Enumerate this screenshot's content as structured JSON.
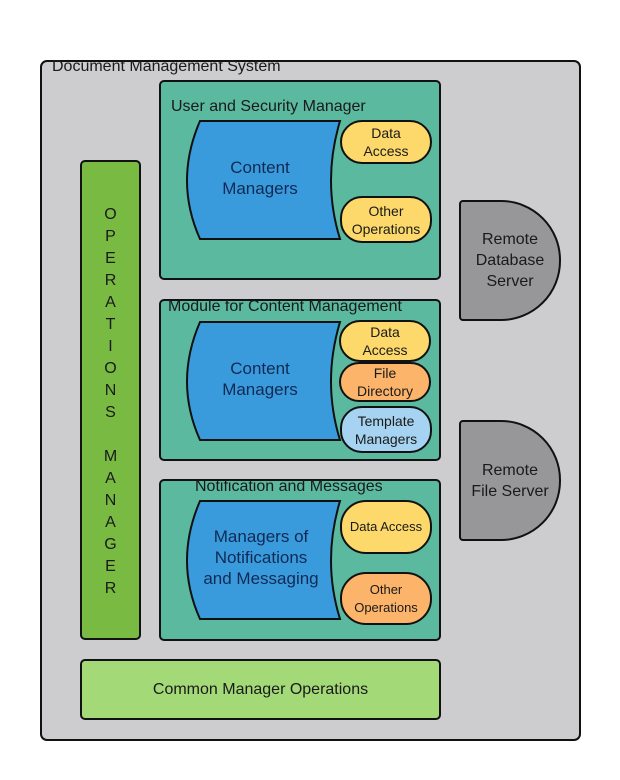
{
  "diagram": {
    "title": "Document Management System",
    "operations_manager": {
      "label": "OPERATIONS MANAGER",
      "letters": [
        "O",
        "P",
        "E",
        "R",
        "A",
        "T",
        "I",
        "O",
        "N",
        "S",
        "",
        "M",
        "A",
        "N",
        "A",
        "G",
        "E",
        "R"
      ]
    },
    "common_operations": "Common Manager Operations",
    "modules": [
      {
        "title": "User and Security Manager",
        "cylinder_lines": [
          "Content",
          "Managers"
        ],
        "components": [
          {
            "lines": [
              "Data",
              "Access"
            ],
            "color": "#fdd86a"
          },
          {
            "lines": [
              "Other",
              "Operations"
            ],
            "color": "#fdd86a"
          }
        ]
      },
      {
        "title": "Module for Content Management",
        "cylinder_lines": [
          "Content",
          "Managers"
        ],
        "components": [
          {
            "lines": [
              "Data",
              "Access"
            ],
            "color": "#fdd86a"
          },
          {
            "lines": [
              "File",
              "Directory"
            ],
            "color": "#fbb46a"
          },
          {
            "lines": [
              "Template",
              "Managers"
            ],
            "color": "#a6d3f1"
          }
        ]
      },
      {
        "title": "Notification and Messages",
        "cylinder_lines": [
          "Managers of",
          "Notifications",
          "and Messaging"
        ],
        "components": [
          {
            "lines": [
              "Data Access"
            ],
            "color": "#fdd86a"
          },
          {
            "lines": [
              "Other",
              "Operations"
            ],
            "color": "#fbb46a"
          }
        ]
      }
    ],
    "servers": [
      {
        "lines": [
          "Remote",
          "Database",
          "Server"
        ]
      },
      {
        "lines": [
          "Remote",
          "File Server"
        ]
      }
    ],
    "colors": {
      "system_bg": "#cdcdcf",
      "module_bg": "#5bb9a0",
      "cylinder": "#3a9bdc",
      "operations_manager": "#79ba42",
      "common_operations": "#a3d977",
      "server": "#979799"
    }
  }
}
